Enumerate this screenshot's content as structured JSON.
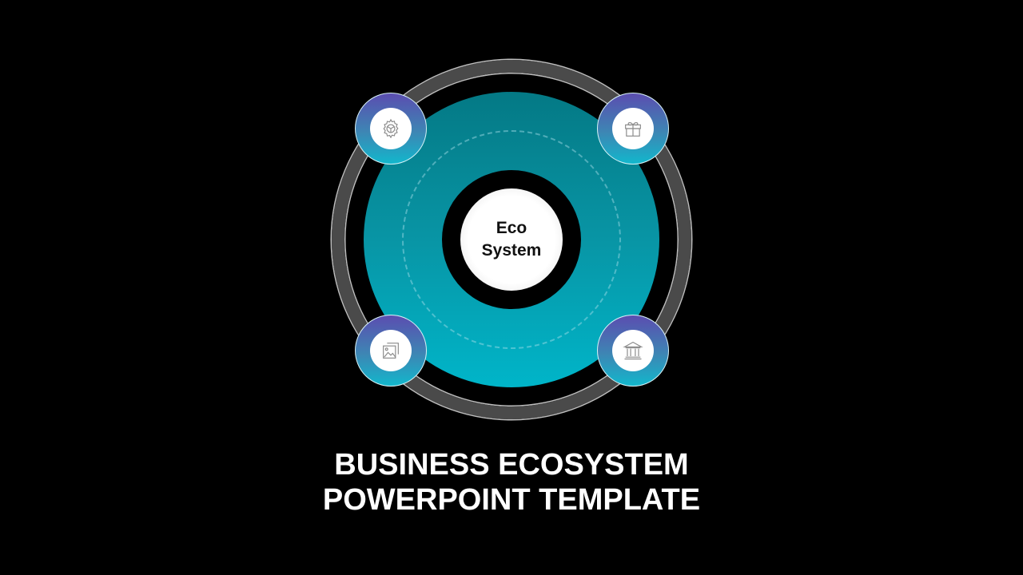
{
  "diagram": {
    "center_label_line1": "Eco",
    "center_label_line2": "System",
    "badges": [
      {
        "position": "top-left",
        "icon": "gear-icon"
      },
      {
        "position": "top-right",
        "icon": "gift-icon"
      },
      {
        "position": "bottom-left",
        "icon": "image-gallery-icon"
      },
      {
        "position": "bottom-right",
        "icon": "bank-icon"
      }
    ],
    "colors": {
      "background": "#000000",
      "outer_ring": "#4a4a4a",
      "teal_top": "#047985",
      "teal_bottom": "#00b5c9",
      "badge_top": "#5b4db0",
      "badge_bottom": "#12b7cc"
    }
  },
  "title": {
    "line1": "BUSINESS ECOSYSTEM",
    "line2": "POWERPOINT TEMPLATE"
  }
}
